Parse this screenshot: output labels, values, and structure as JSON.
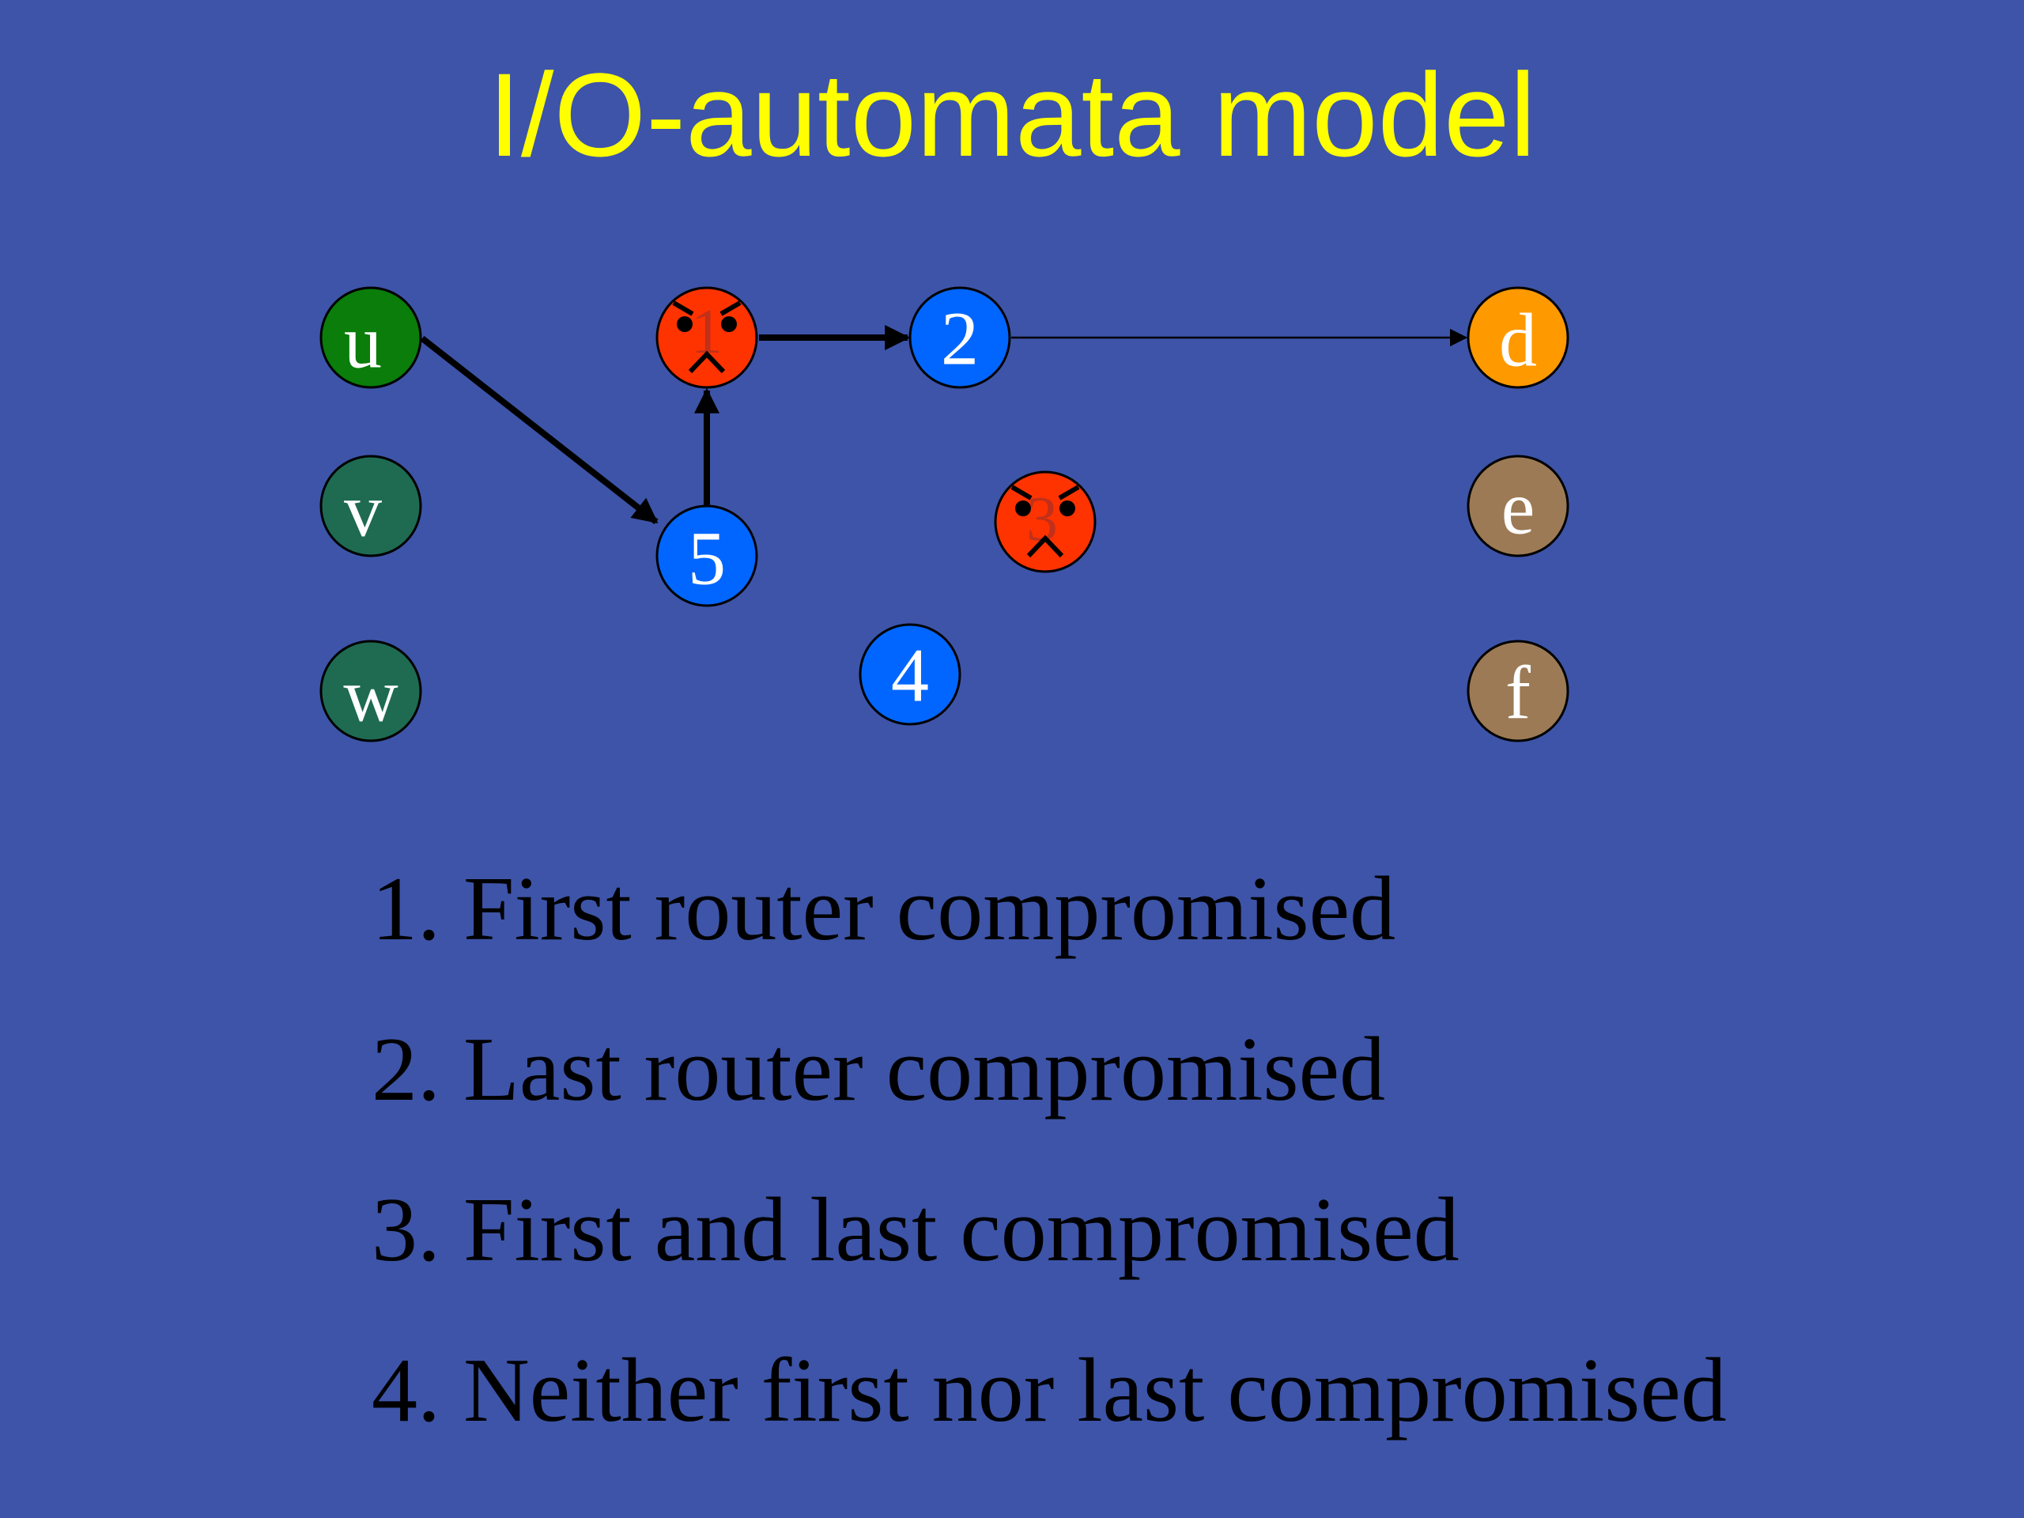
{
  "title": "I/O-automata model",
  "nodes": {
    "u": {
      "label": "u",
      "color": "#0a7d0a"
    },
    "v": {
      "label": "v",
      "color": "#1e6b52"
    },
    "w": {
      "label": "w",
      "color": "#1e6b52"
    },
    "n1": {
      "label": "1",
      "color": "#ff3300",
      "compromised": true
    },
    "n5": {
      "label": "5",
      "color": "#0066ff"
    },
    "n2": {
      "label": "2",
      "color": "#0066ff"
    },
    "n3": {
      "label": "3",
      "color": "#ff3300",
      "compromised": true
    },
    "n4": {
      "label": "4",
      "color": "#0066ff"
    },
    "d": {
      "label": "d",
      "color": "#ff9900"
    },
    "e": {
      "label": "e",
      "color": "#9c7a55"
    },
    "f": {
      "label": "f",
      "color": "#9c7a55"
    }
  },
  "edges": [
    {
      "from": "u",
      "to": "n5"
    },
    {
      "from": "n5",
      "to": "n1"
    },
    {
      "from": "n1",
      "to": "n2"
    },
    {
      "from": "n2",
      "to": "d"
    }
  ],
  "options": [
    "1. First router compromised",
    "2. Last router compromised",
    "3. First and last compromised",
    "4. Neither first nor last compromised"
  ]
}
